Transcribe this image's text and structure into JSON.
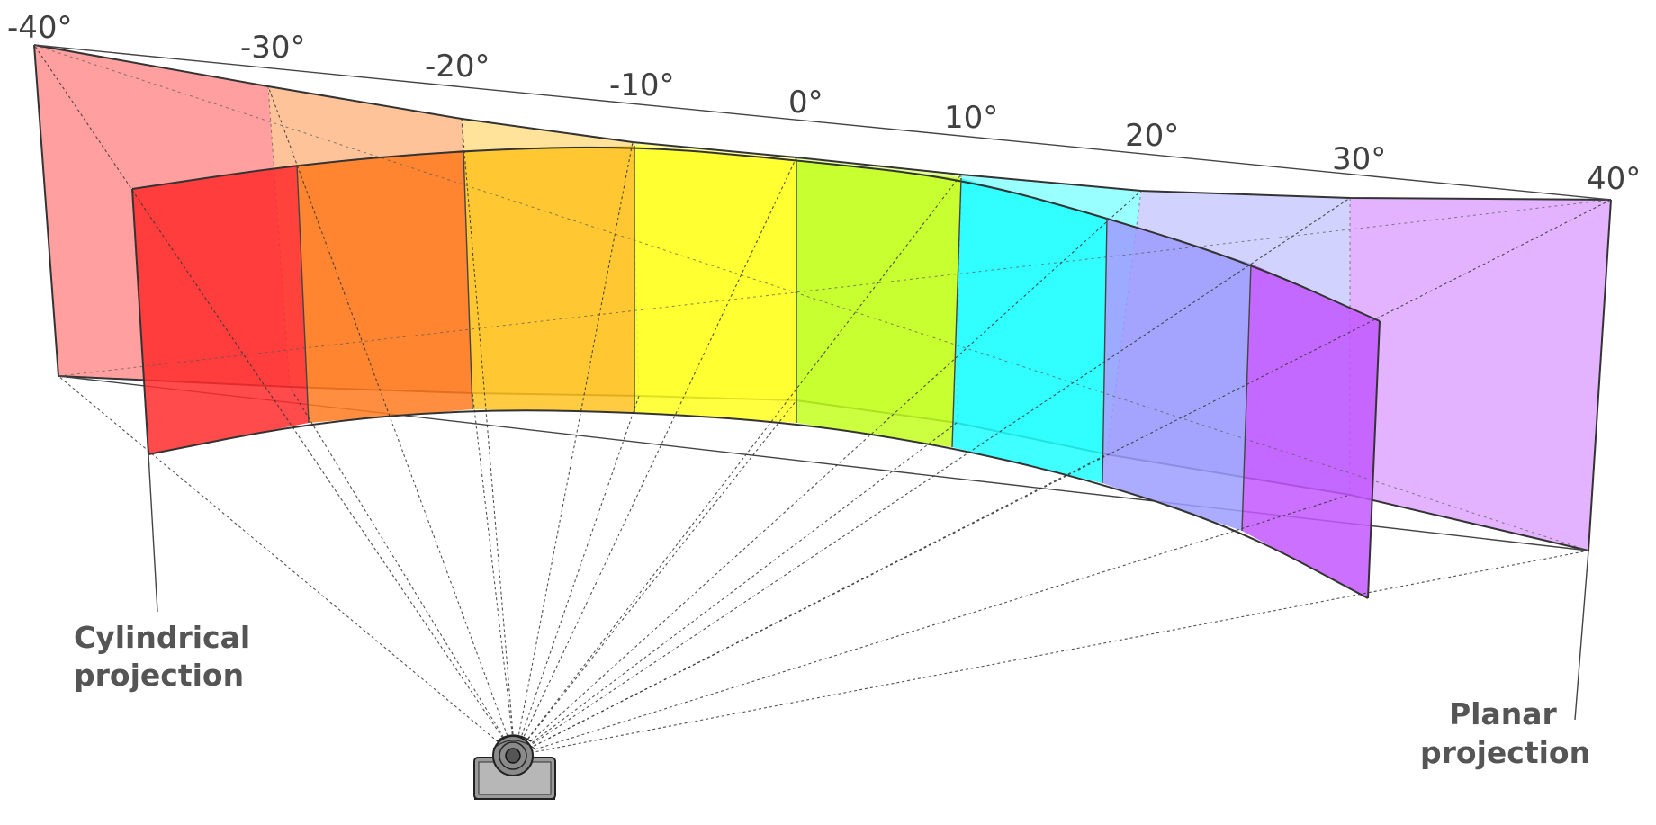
{
  "diagram": {
    "angles": [
      "-40°",
      "-30°",
      "-20°",
      "-10°",
      "0°",
      "10°",
      "20°",
      "30°",
      "40°"
    ],
    "captions": {
      "cylindrical": [
        "Cylindrical",
        "projection"
      ],
      "planar": [
        "Planar",
        "projection"
      ]
    },
    "strip_colors": [
      "#ff2b2b",
      "#ff7a1f",
      "#ffc21f",
      "#ffff1f",
      "#c2ff1f",
      "#1fffff",
      "#9c9cff",
      "#c257ff"
    ],
    "icons": {
      "camera": "camera-icon"
    }
  }
}
